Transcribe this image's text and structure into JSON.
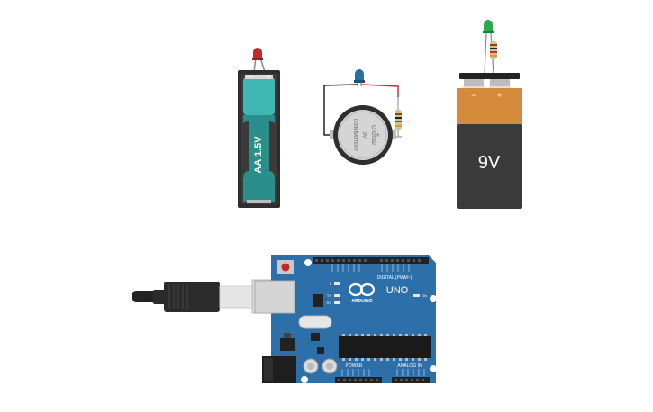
{
  "components": {
    "aa_battery": {
      "label": "AA 1.5V",
      "minus": "−",
      "plus": "+"
    },
    "coin_cell": {
      "text_line1": "CR2032",
      "text_line2": "3V",
      "text_line3": "COIN BATTERY",
      "plus": "+"
    },
    "nine_volt": {
      "label": "9V",
      "minus": "−",
      "plus": "+"
    },
    "arduino": {
      "model": "UNO",
      "brand": "ARDUINO",
      "digital_label": "DIGITAL (PWM~)",
      "power_label": "POWER",
      "analog_label": "ANALOG IN",
      "led_labels": [
        "L",
        "TX",
        "RX"
      ],
      "on_label": "ON"
    }
  },
  "colors": {
    "aa_body": "#2e2e2e",
    "aa_teal": "#3fb8b4",
    "nine_volt_orange": "#d48b3c",
    "nine_volt_black": "#3a3a3a",
    "board_blue": "#2d6fa8",
    "led_red": "#c0282a",
    "led_blue": "#2a6f9e",
    "led_green": "#2aa84a",
    "wire_red": "#e0262a",
    "wire_black": "#222222"
  }
}
